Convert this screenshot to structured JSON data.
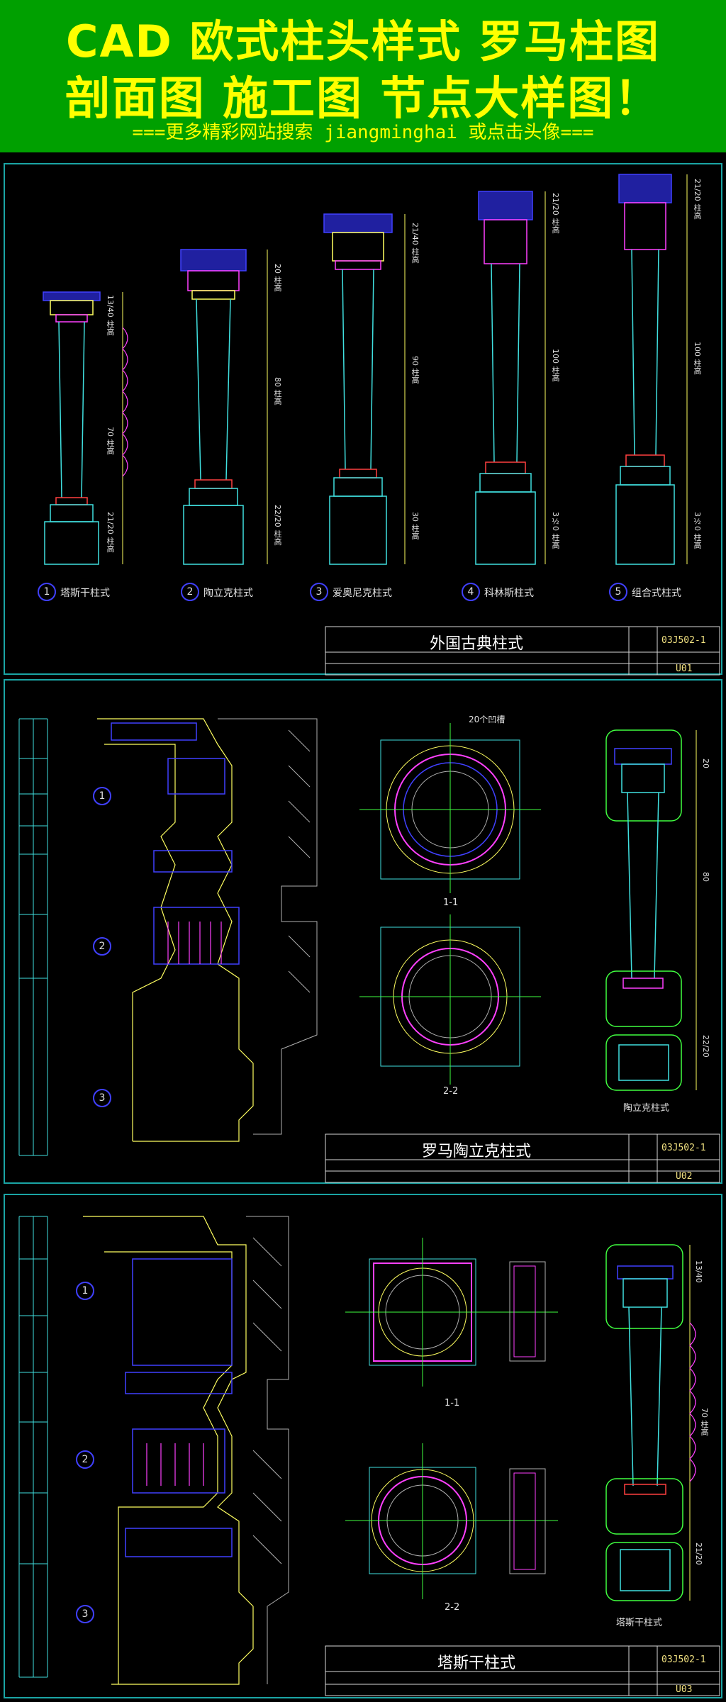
{
  "banner": {
    "line1": "CAD 欧式柱头样式 罗马柱图",
    "line2": "剖面图 施工图 节点大样图！",
    "line3": "===更多精彩网站搜索 jiangminghai 或点击头像==="
  },
  "panel1": {
    "columns": [
      {
        "num": "1",
        "name": "塔斯干柱式",
        "dims": [
          "13/40 柱高",
          "70 柱高",
          "21/20 柱高"
        ]
      },
      {
        "num": "2",
        "name": "陶立克柱式",
        "dims": [
          "20 柱高",
          "80 柱高",
          "22/20 柱高"
        ]
      },
      {
        "num": "3",
        "name": "爱奥尼克柱式",
        "dims": [
          "21/40 柱高",
          "90 柱高",
          "30 柱高"
        ]
      },
      {
        "num": "4",
        "name": "科林斯柱式",
        "dims": [
          "21/20 柱高",
          "100 柱高",
          "3½0 柱高"
        ]
      },
      {
        "num": "5",
        "name": "组合式柱式",
        "dims": [
          "21/20 柱高",
          "100 柱高",
          "3½0 柱高"
        ]
      }
    ],
    "title": "外国古典柱式",
    "code": "03J502-1",
    "page": "U01"
  },
  "panel2": {
    "title": "罗马陶立克柱式",
    "code": "03J502-1",
    "page": "U02",
    "section1": "1-1",
    "section2": "2-2",
    "side_caption": "陶立克柱式",
    "callout": "20个凹槽",
    "markers": [
      "1",
      "2",
      "3"
    ],
    "side_dims": [
      "20",
      "80",
      "22/20"
    ]
  },
  "panel3": {
    "title": "塔斯干柱式",
    "code": "03J502-1",
    "page": "U03",
    "section1": "1-1",
    "section2": "2-2",
    "side_caption": "塔斯干柱式",
    "markers": [
      "1",
      "2",
      "3"
    ],
    "side_dims": [
      "13/40",
      "70 柱高",
      "21/20"
    ]
  },
  "colors": {
    "banner_bg": "#00a000",
    "banner_text": "#ffff00",
    "frame": "#1aa4a4",
    "cad_yellow": "#ffff60",
    "cad_blue": "#4040ff",
    "cad_cyan": "#40e0e0",
    "cad_magenta": "#ff40ff",
    "cad_green": "#40ff40"
  }
}
